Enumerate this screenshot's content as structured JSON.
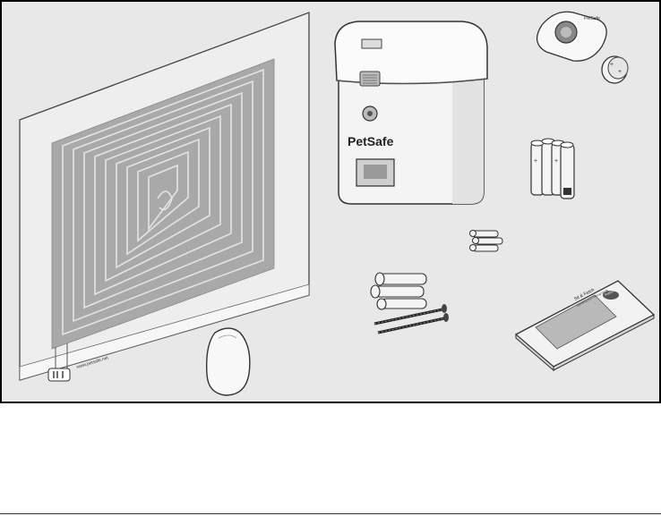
{
  "figure": {
    "background_color": "#e8e8e8",
    "border_color": "#000000",
    "line_color": "#444444",
    "pad_color": "#a8a8a8",
    "brand_label": "PetSafe",
    "pad_label": "www.petsafe.net",
    "remote_label": "PetSafe",
    "manual_title": "Sit & Fetch",
    "manual_subtitle": "Operating and Training Guide",
    "manual_logo": "PetSafe"
  },
  "components": [
    {
      "name": "Mat pad with wire spiral",
      "icon": "mat-pad-icon"
    },
    {
      "name": "Pet feeder base unit",
      "icon": "feeder-icon"
    },
    {
      "name": "Remote transmitter",
      "icon": "remote-icon"
    },
    {
      "name": "Coin battery",
      "icon": "coin-battery-icon"
    },
    {
      "name": "AA batteries",
      "icon": "batteries-icon"
    },
    {
      "name": "Small wall anchors",
      "icon": "small-anchors-icon"
    },
    {
      "name": "Large anchors and screws",
      "icon": "anchors-screws-icon"
    },
    {
      "name": "Operating guide booklet",
      "icon": "manual-icon"
    },
    {
      "name": "Sensor pebble",
      "icon": "pebble-icon"
    }
  ]
}
